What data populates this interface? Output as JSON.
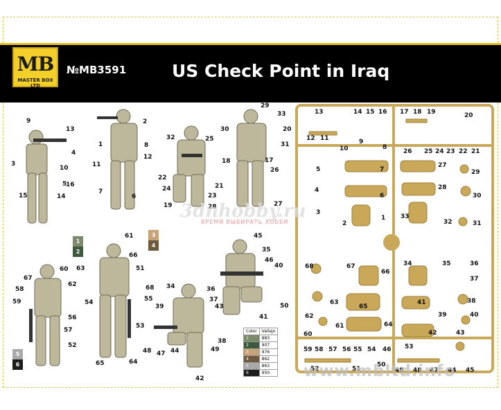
{
  "header": {
    "brand": "MB",
    "brand_sub": "MASTER BOX LTD",
    "kit_number": "№MB3591",
    "title": "US Check Point in Iraq"
  },
  "watermark": "www.mbltd.info",
  "watermark_ru": "3dnhobby.ru",
  "watermark_ru_sub": "ВРЕМЯ ВЫБИРАТЬ ХОББИ",
  "figure_labels": [
    "9",
    "13",
    "4",
    "10",
    "3",
    "5",
    "16",
    "15",
    "14",
    "2",
    "1",
    "8",
    "11",
    "12",
    "7",
    "6",
    "29",
    "33",
    "30",
    "20",
    "31",
    "32",
    "25",
    "18",
    "17",
    "22",
    "21",
    "24",
    "23",
    "19",
    "26",
    "28",
    "27",
    "61",
    "63",
    "66",
    "51",
    "54",
    "68",
    "55",
    "53",
    "65",
    "64",
    "67",
    "60",
    "62",
    "58",
    "59",
    "56",
    "57",
    "52",
    "34",
    "39",
    "38",
    "49",
    "48",
    "47",
    "44",
    "42",
    "45",
    "35",
    "46",
    "40",
    "36",
    "37",
    "43",
    "50",
    "41"
  ],
  "sprue_labels": [
    "13",
    "14",
    "15",
    "16",
    "17",
    "18",
    "19",
    "20",
    "12",
    "11",
    "10",
    "9",
    "8",
    "26",
    "25",
    "24",
    "23",
    "22",
    "21",
    "5",
    "7",
    "27",
    "29",
    "4",
    "6",
    "28",
    "30",
    "3",
    "2",
    "1",
    "33",
    "32",
    "31",
    "68",
    "67",
    "66",
    "34",
    "35",
    "36",
    "37",
    "63",
    "65",
    "41",
    "38",
    "39",
    "40",
    "62",
    "61",
    "64",
    "42",
    "43",
    "60",
    "59",
    "58",
    "57",
    "56",
    "55",
    "54",
    "46",
    "53",
    "52",
    "51",
    "50",
    "49",
    "48",
    "47",
    "44",
    "45"
  ],
  "swatches": [
    {
      "n": "1",
      "color": "#7a8a6a"
    },
    {
      "n": "2",
      "color": "#3e5a3c"
    },
    {
      "n": "3",
      "color": "#c8a37a"
    },
    {
      "n": "4",
      "color": "#6f5a40"
    },
    {
      "n": "5",
      "color": "#a8a8a8"
    },
    {
      "n": "6",
      "color": "#1c1c1c"
    }
  ],
  "color_table": {
    "headers": [
      "Color",
      "Vallejo"
    ],
    "rows": [
      {
        "n": "1",
        "code": "883",
        "color": "#7a8a6a"
      },
      {
        "n": "2",
        "code": "907",
        "color": "#3e5a3c"
      },
      {
        "n": "3",
        "code": "976",
        "color": "#c8a37a"
      },
      {
        "n": "4",
        "code": "862",
        "color": "#6f5a40"
      },
      {
        "n": "5",
        "code": "863",
        "color": "#a8a8a8"
      },
      {
        "n": "6",
        "code": "950",
        "color": "#1c1c1c"
      }
    ]
  },
  "colors": {
    "header_bg": "#000000",
    "header_stripe": "#e6c228",
    "logo_bg": "#f3cf2a",
    "sprue": "#c9a85a",
    "camo_light": "#c8c2a8",
    "camo_dark": "#8d8a6e"
  }
}
